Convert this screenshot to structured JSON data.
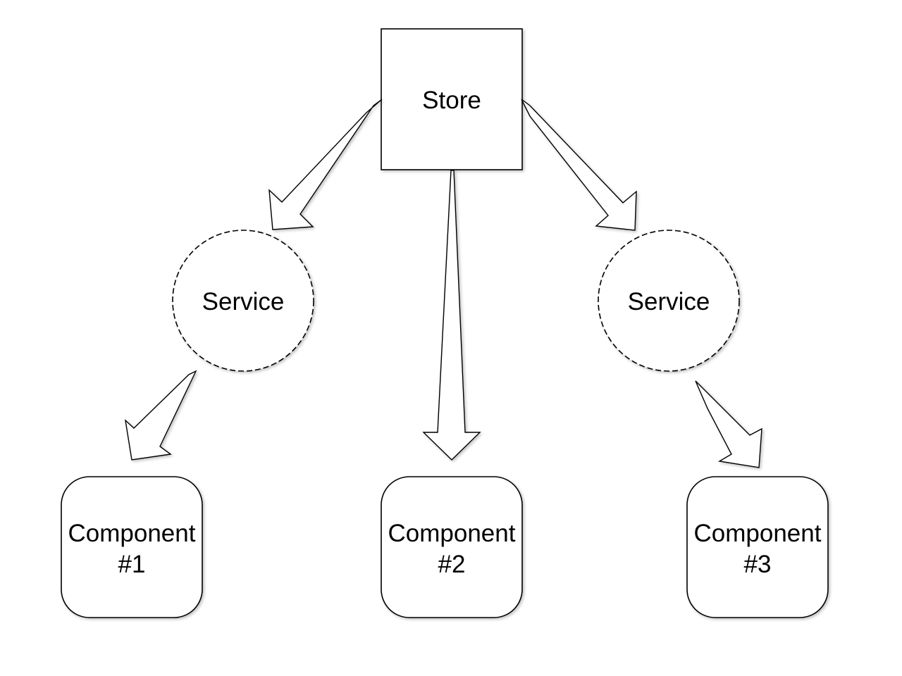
{
  "diagram": {
    "store": {
      "label": "Store"
    },
    "service_left": {
      "label": "Service"
    },
    "service_right": {
      "label": "Service"
    },
    "component_1": {
      "line1": "Component",
      "line2": "#1"
    },
    "component_2": {
      "line1": "Component",
      "line2": "#2"
    },
    "component_3": {
      "line1": "Component",
      "line2": "#3"
    }
  },
  "styles": {
    "stroke_color": "#000000",
    "fill_color": "#ffffff",
    "background": "#ffffff"
  }
}
